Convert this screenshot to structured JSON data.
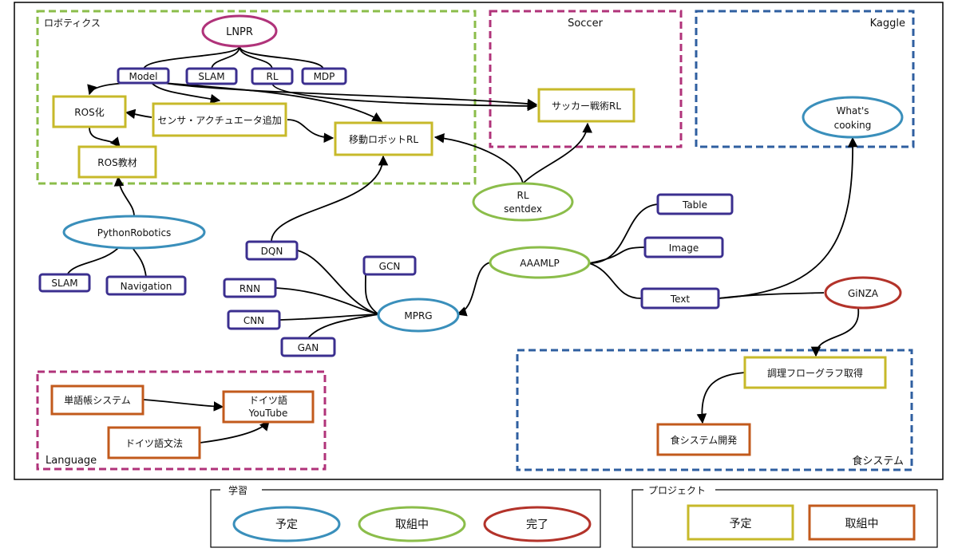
{
  "groups": {
    "robotics": "ロボティクス",
    "soccer": "Soccer",
    "kaggle": "Kaggle",
    "language": "Language",
    "food": "食システム"
  },
  "nodes": {
    "lnpr": "LNPR",
    "model": "Model",
    "slam_top": "SLAM",
    "rl": "RL",
    "mdp": "MDP",
    "ros_ka": "ROS化",
    "sensor": "センサ・アクチュエータ追加",
    "ros_kyozai": "ROS教材",
    "idou_rl": "移動ロボットRL",
    "soccer_rl": "サッカー戦術RL",
    "whats_cooking_1": "What's",
    "whats_cooking_2": "cooking",
    "rl_sentdex_1": "RL",
    "rl_sentdex_2": "sentdex",
    "python_robotics": "PythonRobotics",
    "slam_bottom": "SLAM",
    "navigation": "Navigation",
    "dqn": "DQN",
    "gcn": "GCN",
    "rnn": "RNN",
    "cnn": "CNN",
    "gan": "GAN",
    "mprg": "MPRG",
    "aaamlp": "AAAMLP",
    "table": "Table",
    "image": "Image",
    "text": "Text",
    "ginza": "GiNZA",
    "flowgraph": "調理フローグラフ取得",
    "shoku_kaihatsu": "食システム開発",
    "tango": "単語帳システム",
    "doitsu_yt_1": "ドイツ語",
    "doitsu_yt_2": "YouTube",
    "doitsu_bunpo": "ドイツ語文法"
  },
  "legend": {
    "learning_title": "学習",
    "project_title": "プロジェクト",
    "planned": "予定",
    "in_progress": "取組中",
    "completed": "完了",
    "proj_planned": "予定",
    "proj_in_progress": "取組中"
  },
  "colors": {
    "planned_blue": "#3a8fbb",
    "in_progress_green": "#8bbd4a",
    "completed_red": "#b3332a",
    "project_planned_olive": "#c7b92a",
    "project_in_progress_orange": "#c25a1c",
    "box_navy": "#3b2f8f",
    "group_green": "#8bbd4a",
    "group_magenta": "#b0337a",
    "group_blue": "#2f5fa0"
  }
}
